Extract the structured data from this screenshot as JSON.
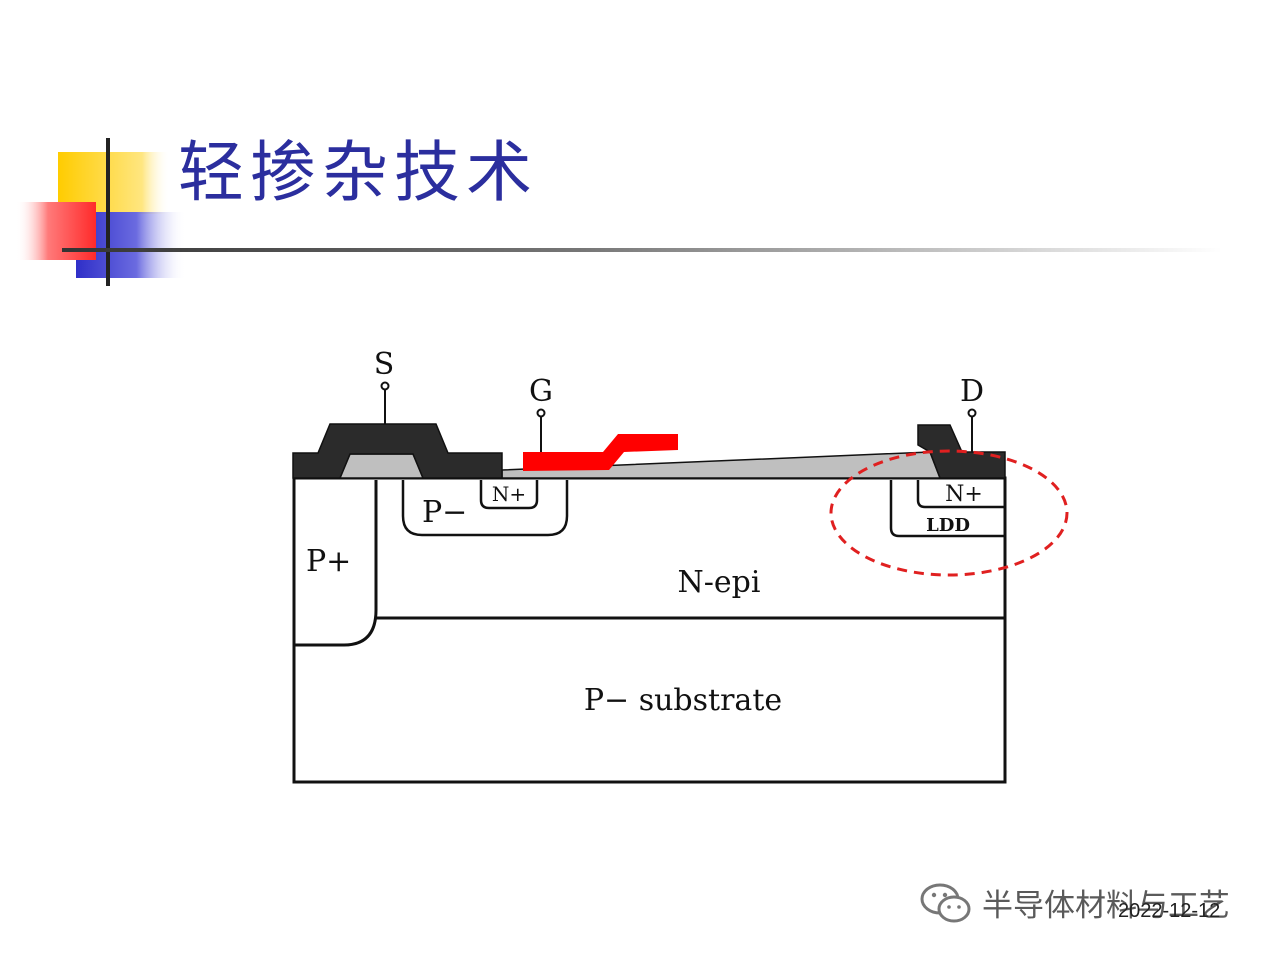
{
  "title": "轻掺杂技术",
  "terminals": {
    "source": "S",
    "gate": "G",
    "drain": "D"
  },
  "regions": {
    "p_plus": "P+",
    "p_minus": "P−",
    "n_plus_source": "N+",
    "n_plus_drain": "N+",
    "ldd": "LDD",
    "n_epi": "N-epi",
    "substrate": "P− substrate"
  },
  "watermark": "半导体材料与工艺",
  "date": "2022-12-12",
  "colors": {
    "title": "#2b2e9e",
    "gate": "#ff0000",
    "metal": "#2b2b2b",
    "oxide": "#bfbfbf",
    "highlight_ellipse": "#e02020",
    "deco_yellow": "#ffcc00",
    "deco_blue": "#2f2fc8",
    "deco_red": "#ff3030"
  }
}
